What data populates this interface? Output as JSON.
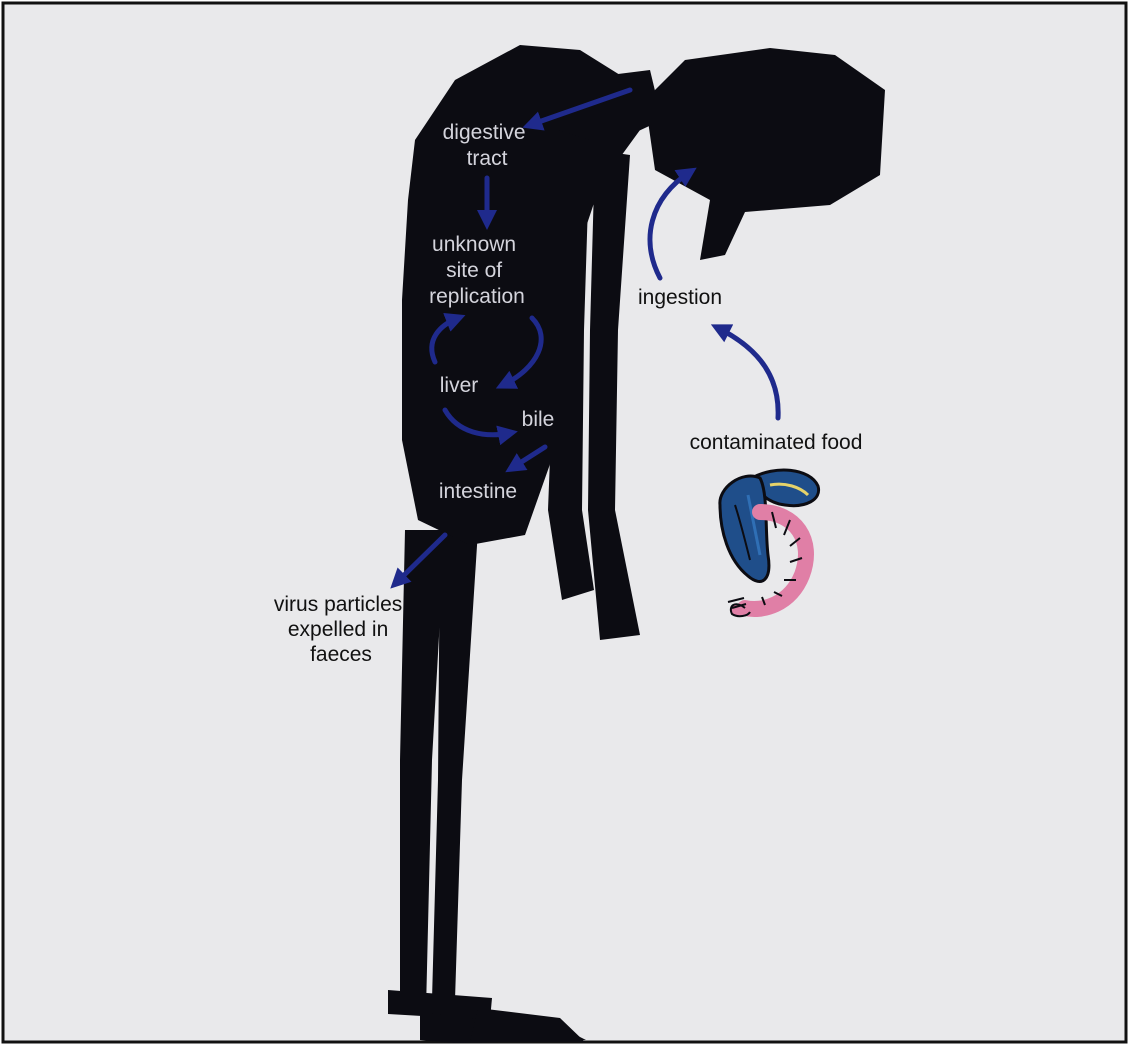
{
  "colors": {
    "background": "#e9e9eb",
    "frame": "#111111",
    "figure": "#0c0c12",
    "arrow": "#1f2a8c",
    "label_dark": "#111111",
    "label_light": "#d4d4dc",
    "shell": "#1f4e8a",
    "shrimp": "#e07fa6"
  },
  "labels": {
    "digestive": [
      "digestive",
      "tract"
    ],
    "unknown": [
      "unknown",
      "site of",
      "replication"
    ],
    "liver": "liver",
    "bile": "bile",
    "intestine": "intestine",
    "ingestion": "ingestion",
    "contaminated_food": "contaminated food",
    "expelled": [
      "virus particles",
      "expelled in",
      "faeces"
    ]
  },
  "icons": {
    "food": "mussel-and-shrimp-icon"
  }
}
